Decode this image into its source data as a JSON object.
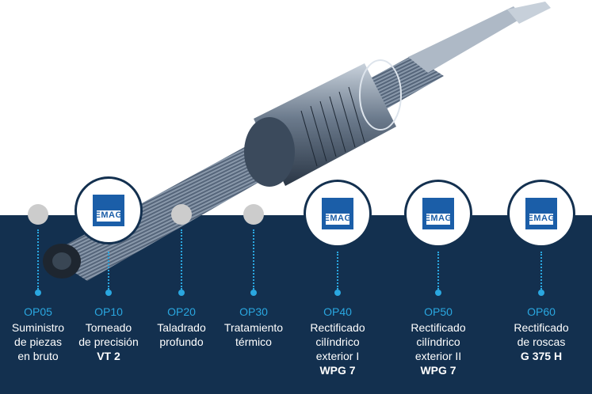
{
  "steps": [
    {
      "op": "OP05",
      "lines": [
        "Suministro",
        "de piezas",
        "en bruto"
      ],
      "bold": "",
      "marker": "dot"
    },
    {
      "op": "OP10",
      "lines": [
        "Torneado",
        "de precisión"
      ],
      "bold": "VT 2",
      "marker": "logo"
    },
    {
      "op": "OP20",
      "lines": [
        "Taladrado",
        "profundo"
      ],
      "bold": "",
      "marker": "dot"
    },
    {
      "op": "OP30",
      "lines": [
        "Tratamiento",
        "térmico"
      ],
      "bold": "",
      "marker": "dot"
    },
    {
      "op": "OP40",
      "lines": [
        "Rectificado",
        "cilíndrico",
        "exterior I"
      ],
      "bold": "WPG 7",
      "marker": "logo"
    },
    {
      "op": "OP50",
      "lines": [
        "Rectificado",
        "cilíndrico",
        "exterior II"
      ],
      "bold": "WPG 7",
      "marker": "logo"
    },
    {
      "op": "OP60",
      "lines": [
        "Rectificado",
        "de roscas"
      ],
      "bold": "G 375 H",
      "marker": "logo"
    }
  ],
  "logo_text": "EMAG",
  "colors": {
    "band": "#13304f",
    "accent": "#2aa7e0",
    "logo": "#1b5ea8"
  }
}
